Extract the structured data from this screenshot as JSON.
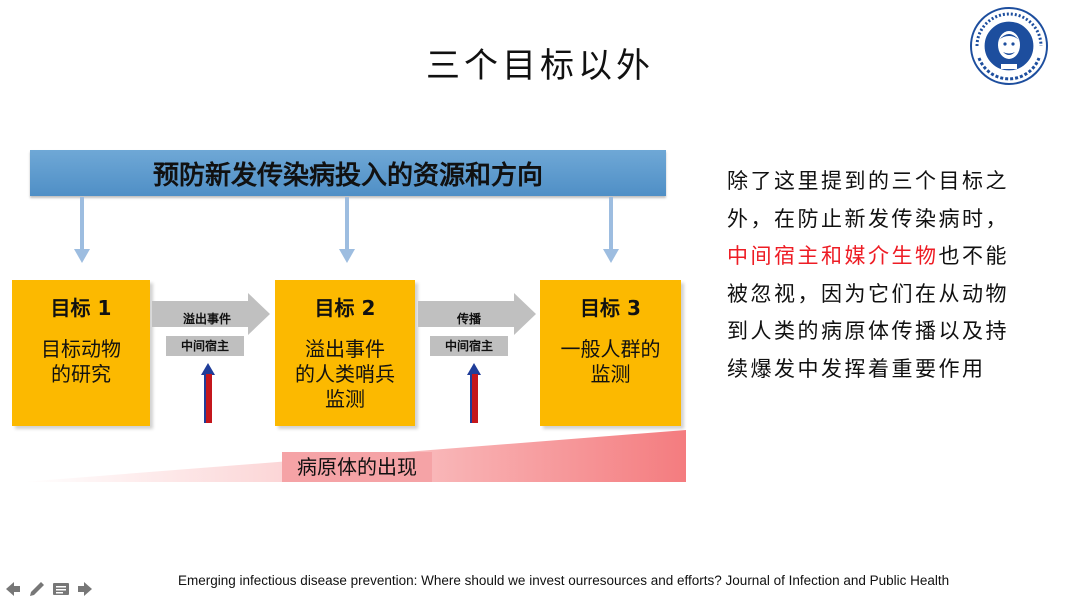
{
  "title": "三个目标以外",
  "banner": "预防新发传染病投入的资源和方向",
  "goals": [
    {
      "title": "目标 1",
      "lines": [
        "目标动物",
        "的研究"
      ]
    },
    {
      "title": "目标 2",
      "lines": [
        "溢出事件",
        "的人类哨兵",
        "监测"
      ]
    },
    {
      "title": "目标 3",
      "lines": [
        "一般人群的",
        "监测"
      ]
    }
  ],
  "connectors": [
    {
      "label": "溢出事件",
      "tag": "中间宿主"
    },
    {
      "label": "传播",
      "tag": "中间宿主"
    }
  ],
  "emergence_label": "病原体的出现",
  "side_text": {
    "part1": "除了这里提到的三个目标之外，在防止新发传染病时，",
    "highlight": "中间宿主和媒介生物",
    "part2": "也不能被忽视，因为它们在从动物到人类的病原体传播以及持续爆发中发挥着重要作用"
  },
  "citation": "Emerging infectious disease prevention: Where should we invest ourresources and efforts?  Journal of Infection and Public Health",
  "colors": {
    "banner": "#5b9bd5",
    "goal_box": "#fcb900",
    "connector": "#c0c0c0",
    "highlight": "#ee1c24",
    "wedge": "#f47c7f"
  },
  "nav_icons": [
    "back-arrow-icon",
    "pen-icon",
    "menu-icon",
    "forward-arrow-icon"
  ]
}
